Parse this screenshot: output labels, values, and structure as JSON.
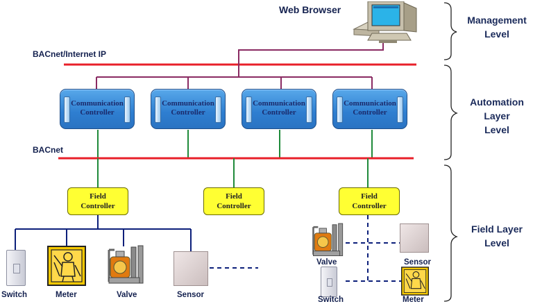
{
  "labels": {
    "web_browser": "Web Browser",
    "bacnet_ip": "BACnet/Internet IP",
    "bacnet": "BACnet"
  },
  "levels": [
    {
      "label": "Management\nLevel"
    },
    {
      "label": "Automation\nLayer\nLevel"
    },
    {
      "label": "Field Layer\nLevel"
    }
  ],
  "communication_controllers": [
    {
      "label": "Communication\nController"
    },
    {
      "label": "Communication\nController"
    },
    {
      "label": "Communication\nController"
    },
    {
      "label": "Communication\nController"
    }
  ],
  "field_controllers": [
    {
      "label": "Field\nController"
    },
    {
      "label": "Field\nController"
    },
    {
      "label": "Field\nController"
    }
  ],
  "devices_left": [
    "Switch",
    "Meter",
    "Valve",
    "Sensor"
  ],
  "devices_right": {
    "valve": "Valve",
    "sensor": "Sensor",
    "switch": "Switch",
    "meter": "Meter"
  },
  "colors": {
    "ip_bus": "#e8202a",
    "bacnet_bus": "#e8202a",
    "ip_drop": "#8a2a62",
    "bacnet_drop": "#1f8a3a",
    "field_bus": "#0c1f7a"
  }
}
